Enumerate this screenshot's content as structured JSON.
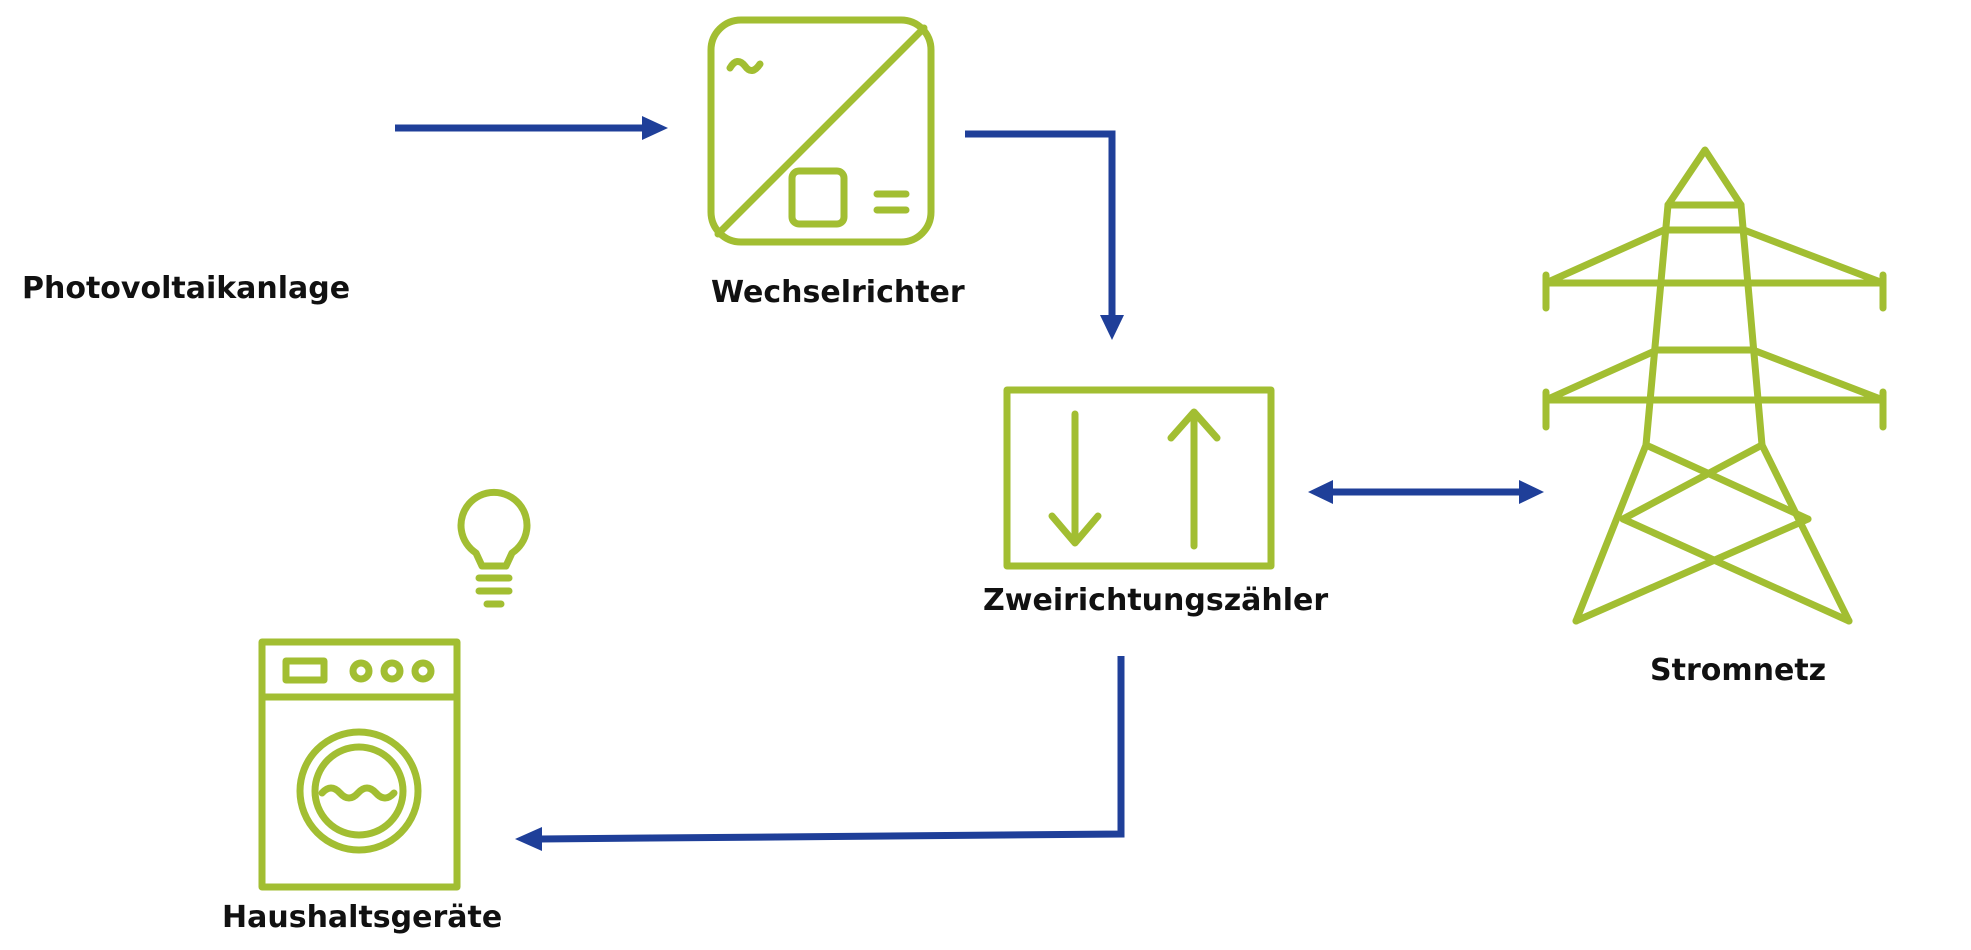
{
  "labels": {
    "pv": "Photovoltaikanlage",
    "inverter": "Wechselrichter",
    "meter": "Zweirichtungszähler",
    "grid": "Stromnetz",
    "home": "Haushaltsgeräte"
  },
  "icons": {
    "inverter": "inverter-icon",
    "meter": "bidirectional-meter-icon",
    "grid": "power-pylon-icon",
    "appliance": "washing-machine-icon",
    "light": "light-bulb-icon"
  },
  "colors": {
    "icon_green": "#a2be32",
    "arrow_blue": "#1f3f99",
    "label_text": "#111111"
  }
}
